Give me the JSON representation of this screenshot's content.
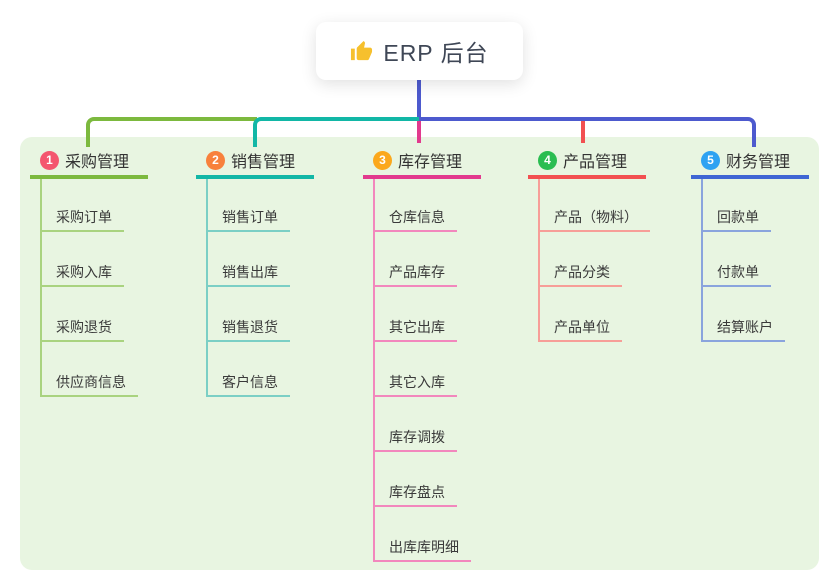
{
  "root": {
    "label": "ERP 后台",
    "icon": "thumbs-up"
  },
  "branches": [
    {
      "num": "1",
      "label": "采购管理",
      "color": "#7cb93e",
      "badge_color": "#f4566e",
      "children": [
        "采购订单",
        "采购入库",
        "采购退货",
        "供应商信息"
      ]
    },
    {
      "num": "2",
      "label": "销售管理",
      "color": "#12b7a6",
      "badge_color": "#f8813c",
      "children": [
        "销售订单",
        "销售出库",
        "销售退货",
        "客户信息"
      ]
    },
    {
      "num": "3",
      "label": "库存管理",
      "color": "#e23a8e",
      "badge_color": "#fba81c",
      "children": [
        "仓库信息",
        "产品库存",
        "其它出库",
        "其它入库",
        "库存调拨",
        "库存盘点",
        "出库库明细"
      ]
    },
    {
      "num": "4",
      "label": "产品管理",
      "color": "#f25051",
      "badge_color": "#2abd51",
      "children": [
        "产品（物料）",
        "产品分类",
        "产品单位"
      ]
    },
    {
      "num": "5",
      "label": "财务管理",
      "color": "#3f66d4",
      "badge_color": "#2ea2f2",
      "children": [
        "回款单",
        "付款单",
        "结算账户"
      ]
    }
  ],
  "palette": {
    "canvas_bg": "#ffffff",
    "panel_bg": "#e8f5e1",
    "root_connector": "#4d5ace"
  }
}
